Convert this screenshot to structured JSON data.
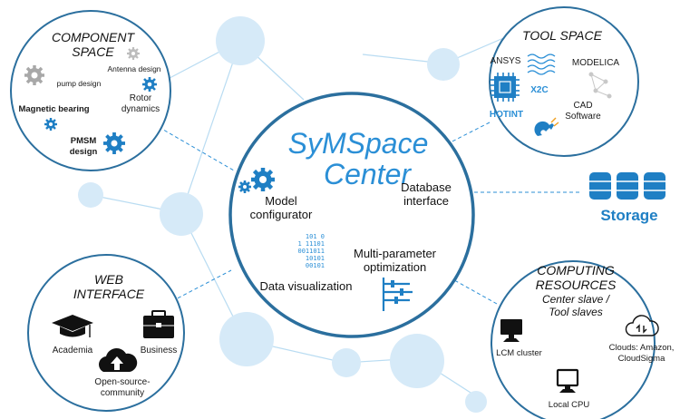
{
  "center": {
    "title_line1": "SyMSpace",
    "title_line2": "Center",
    "model_configurator": [
      "Model",
      "configurator"
    ],
    "database_interface": [
      "Database",
      "interface"
    ],
    "multi_parameter": [
      "Multi-parameter",
      "optimization"
    ],
    "data_visualization": "Data visualization",
    "binary": "101 0\n1 11101\n0011011\n10101\n00101"
  },
  "component_space": {
    "title": [
      "COMPONENT",
      "SPACE"
    ],
    "antenna": "Antenna design",
    "pump": "pump design",
    "rotor": [
      "Rotor",
      "dynamics"
    ],
    "magnetic": "Magnetic bearing",
    "pmsm": [
      "PMSM",
      "design"
    ]
  },
  "tool_space": {
    "title": "TOOL SPACE",
    "ansys": "ANSYS",
    "modelica": "MODELICA",
    "x2c": "X2C",
    "hotint": "HOTINT",
    "cad": [
      "CAD",
      "Software"
    ]
  },
  "web_interface": {
    "title": [
      "WEB",
      "INTERFACE"
    ],
    "academia": "Academia",
    "business": "Business",
    "open_source": [
      "Open-source-",
      "community"
    ]
  },
  "computing": {
    "title": [
      "COMPUTING",
      "RESOURCES"
    ],
    "subtitle": [
      "Center slave /",
      "Tool slaves"
    ],
    "lcm": "LCM cluster",
    "clouds": [
      "Clouds: Amazon,",
      "CloudSigma"
    ],
    "local_cpu": "Local CPU"
  },
  "storage": {
    "label": "Storage"
  },
  "colors": {
    "accent": "#2b8fd6",
    "bubble": "#d6eaf8",
    "ring": "#2b6f9e"
  }
}
